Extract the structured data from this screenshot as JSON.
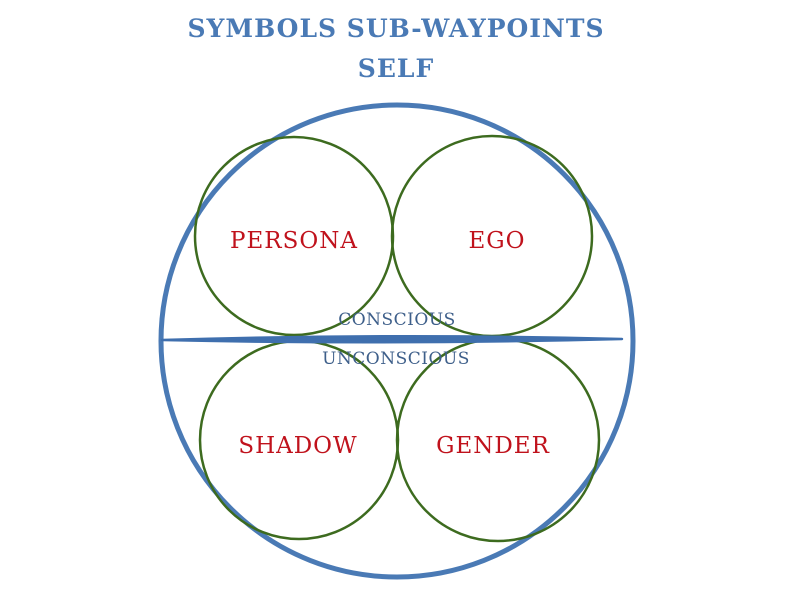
{
  "title": {
    "line1": "SYMBOLS SUB-WAYPOINTS",
    "line2": "SELF"
  },
  "labels": {
    "persona": "PERSONA",
    "ego": "EGO",
    "shadow": "SHADOW",
    "gender": "GENDER",
    "conscious": "CONSCIOUS",
    "unconscious": "UNCONSCIOUS"
  },
  "colors": {
    "title": "#4a7ab5",
    "outer_circle": "#4a7ab5",
    "divider": "#3f6fae",
    "inner_circles": "#3d6b1f",
    "region_labels": "#c0121c",
    "divider_labels": "#3e5f8a"
  }
}
